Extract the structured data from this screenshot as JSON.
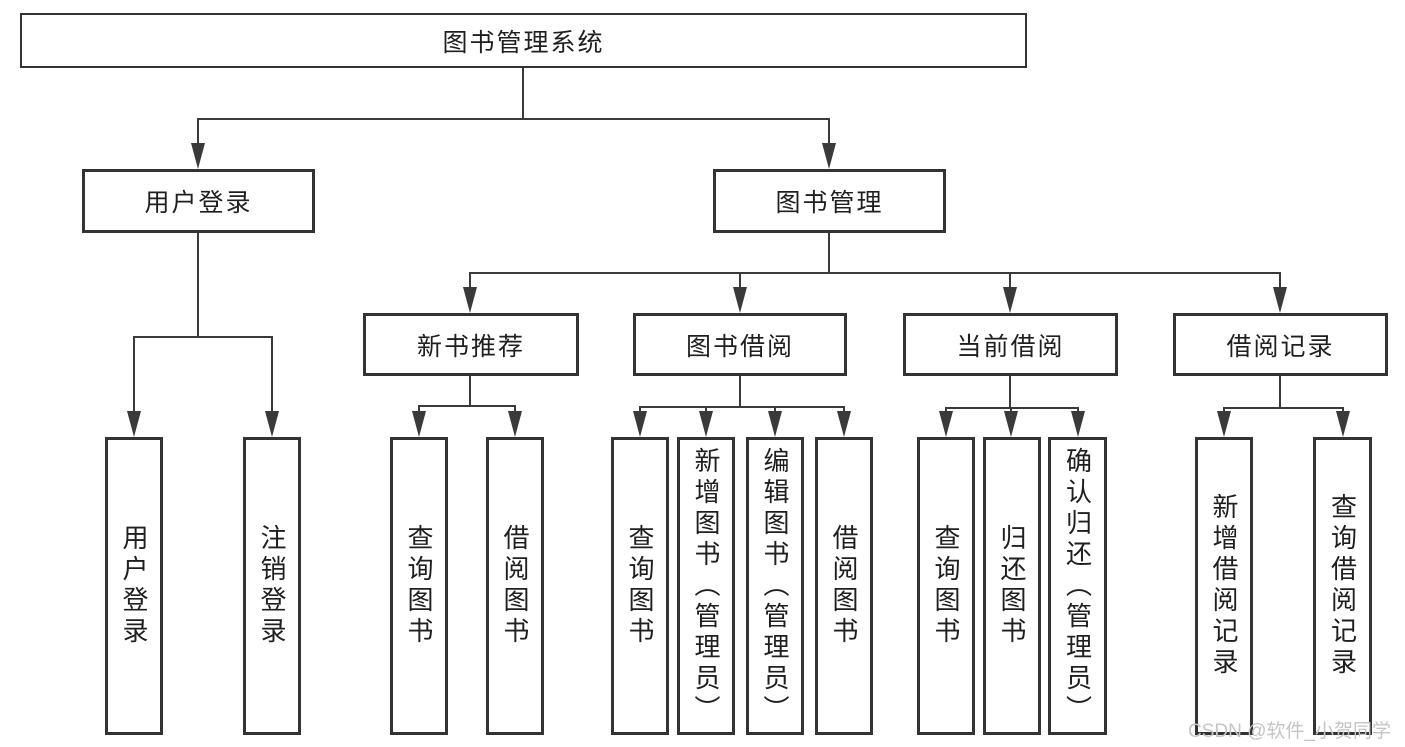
{
  "diagram": {
    "title": "图书管理系统",
    "type": "hierarchy-tree"
  },
  "nodes": [
    {
      "id": "root",
      "label": "图书管理系统",
      "level": 1,
      "parent": null
    },
    {
      "id": "user-login-group",
      "label": "用户登录",
      "level": 2,
      "parent": "root"
    },
    {
      "id": "book-management",
      "label": "图书管理",
      "level": 2,
      "parent": "root"
    },
    {
      "id": "new-book-recommend",
      "label": "新书推荐",
      "level": 3,
      "parent": "book-management"
    },
    {
      "id": "book-borrow",
      "label": "图书借阅",
      "level": 3,
      "parent": "book-management"
    },
    {
      "id": "current-borrow",
      "label": "当前借阅",
      "level": 3,
      "parent": "book-management"
    },
    {
      "id": "borrow-record",
      "label": "借阅记录",
      "level": 3,
      "parent": "book-management"
    },
    {
      "id": "leaf-user-login",
      "label": "用户登录",
      "level": 4,
      "parent": "user-login-group"
    },
    {
      "id": "leaf-logout",
      "label": "注销登录",
      "level": 4,
      "parent": "user-login-group"
    },
    {
      "id": "leaf-query-book-1",
      "label": "查询图书",
      "level": 4,
      "parent": "new-book-recommend"
    },
    {
      "id": "leaf-borrow-book-1",
      "label": "借阅图书",
      "level": 4,
      "parent": "new-book-recommend"
    },
    {
      "id": "leaf-query-book-2",
      "label": "查询图书",
      "level": 4,
      "parent": "book-borrow"
    },
    {
      "id": "leaf-add-book",
      "label": "新增图书（管理员）",
      "level": 4,
      "parent": "book-borrow"
    },
    {
      "id": "leaf-edit-book",
      "label": "编辑图书（管理员）",
      "level": 4,
      "parent": "book-borrow"
    },
    {
      "id": "leaf-borrow-book-2",
      "label": "借阅图书",
      "level": 4,
      "parent": "book-borrow"
    },
    {
      "id": "leaf-query-book-3",
      "label": "查询图书",
      "level": 4,
      "parent": "current-borrow"
    },
    {
      "id": "leaf-return-book",
      "label": "归还图书",
      "level": 4,
      "parent": "current-borrow"
    },
    {
      "id": "leaf-confirm-return",
      "label": "确认归还（管理员）",
      "level": 4,
      "parent": "current-borrow"
    },
    {
      "id": "leaf-add-record",
      "label": "新增借阅记录",
      "level": 4,
      "parent": "borrow-record"
    },
    {
      "id": "leaf-query-record",
      "label": "查询借阅记录",
      "level": 4,
      "parent": "borrow-record"
    }
  ],
  "watermark": {
    "text": "CSDN @软件_小贺同学"
  },
  "colors": {
    "box_border": "#333333",
    "connector_line": "#3a3a3a",
    "text": "#1f1f1f",
    "watermark": "#c5c5c5",
    "background": "#ffffff"
  }
}
